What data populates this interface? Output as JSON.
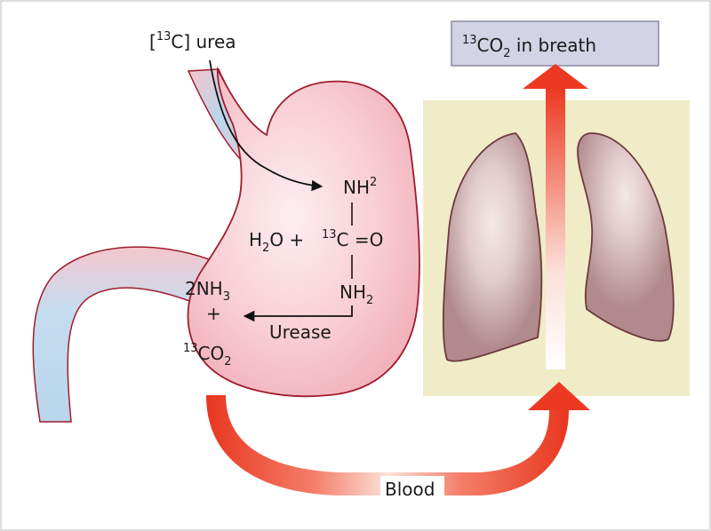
{
  "input": {
    "open": "[",
    "sup": "13",
    "rest": "C] urea"
  },
  "breath": {
    "sup": "13",
    "co": "CO",
    "sub": "2",
    "rest": " in breath"
  },
  "molecule": {
    "nh_top": "NH",
    "nh_top_sup": "2",
    "water": "H",
    "water_sub": "2",
    "water_rest": "O +",
    "carbon_sup": "13",
    "carbon": "C =O",
    "nh_bottom": "NH",
    "nh_bottom_sub": "2"
  },
  "products": {
    "ammonia": "2NH",
    "ammonia_sub": "3",
    "plus": "+",
    "co2_sup": "13",
    "co2": "CO",
    "co2_sub": "2"
  },
  "enzyme": "Urease",
  "blood": "Blood",
  "colors": {
    "stomach_fill": "#f6c6cd",
    "stomach_outline": "#9e1c2c",
    "esophagus_blue": "#b8d6ec",
    "duodenum_blue": "#bcd8ee",
    "lung_fill": "#b08a8c",
    "lung_outline": "#6e3a40",
    "lung_highlight": "#f3e6e6",
    "panel_bg": "#f1ecc8",
    "box_bg": "#d3d3e6",
    "arrow_red": "#ec3a22",
    "arrow_light": "#fbe6dc"
  }
}
